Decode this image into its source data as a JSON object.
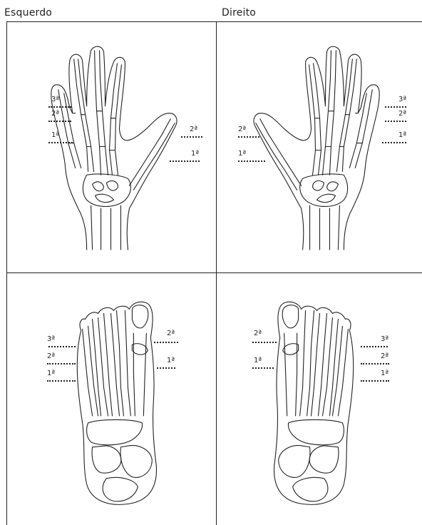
{
  "headers": {
    "left": "Esquerdo",
    "right": "Direito"
  },
  "labels": {
    "first": "1ª",
    "second": "2ª",
    "third": "3ª"
  }
}
